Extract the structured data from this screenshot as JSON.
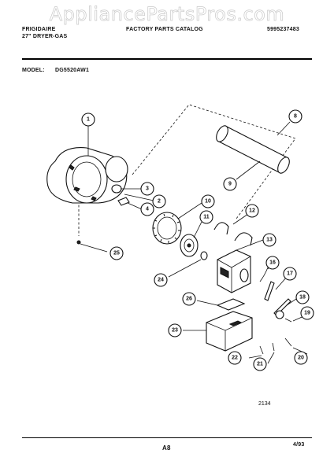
{
  "watermark": "AppliancePartsPros.com",
  "header": {
    "brand": "FRIGIDAIRE",
    "product": "27\" DRYER-GAS",
    "catalog_title": "FACTORY PARTS CATALOG",
    "catalog_number": "5995237483",
    "model_label": "MODEL:",
    "model_value": "DG5520AW1"
  },
  "diagram": {
    "callouts": [
      "1",
      "2",
      "3",
      "4",
      "8",
      "9",
      "10",
      "11",
      "12",
      "13",
      "16",
      "17",
      "18",
      "19",
      "20",
      "21",
      "22",
      "23",
      "24",
      "25",
      "26"
    ],
    "drawing_number": "2134"
  },
  "footer": {
    "page": "A8",
    "date": "4/93"
  }
}
